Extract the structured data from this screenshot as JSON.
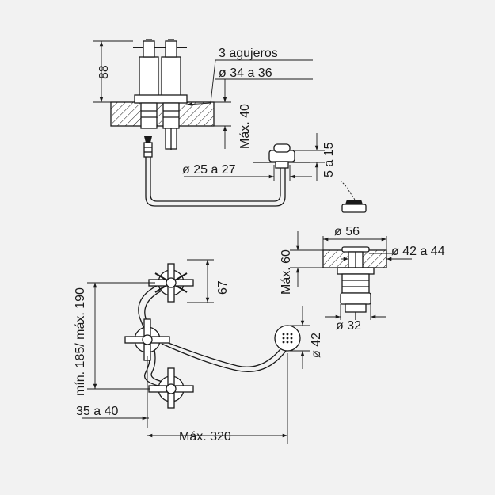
{
  "labels": {
    "holes": "3 agujeros",
    "hole_diameter": "ø 34 a 36",
    "height_88": "88",
    "max_40": "Máx. 40",
    "pipe_diameter": "ø 25 a 27",
    "range_5_15": "5 a 15",
    "max_60": "Máx. 60",
    "diam_56": "ø 56",
    "diam_42_44": "ø 42 a 44",
    "diam_32": "ø 32",
    "min_max_185_190": "mín. 185/ máx. 190",
    "dim_67": "67",
    "diam_42": "ø 42",
    "range_35_40": "35 a 40",
    "max_320": "Máx. 320"
  }
}
